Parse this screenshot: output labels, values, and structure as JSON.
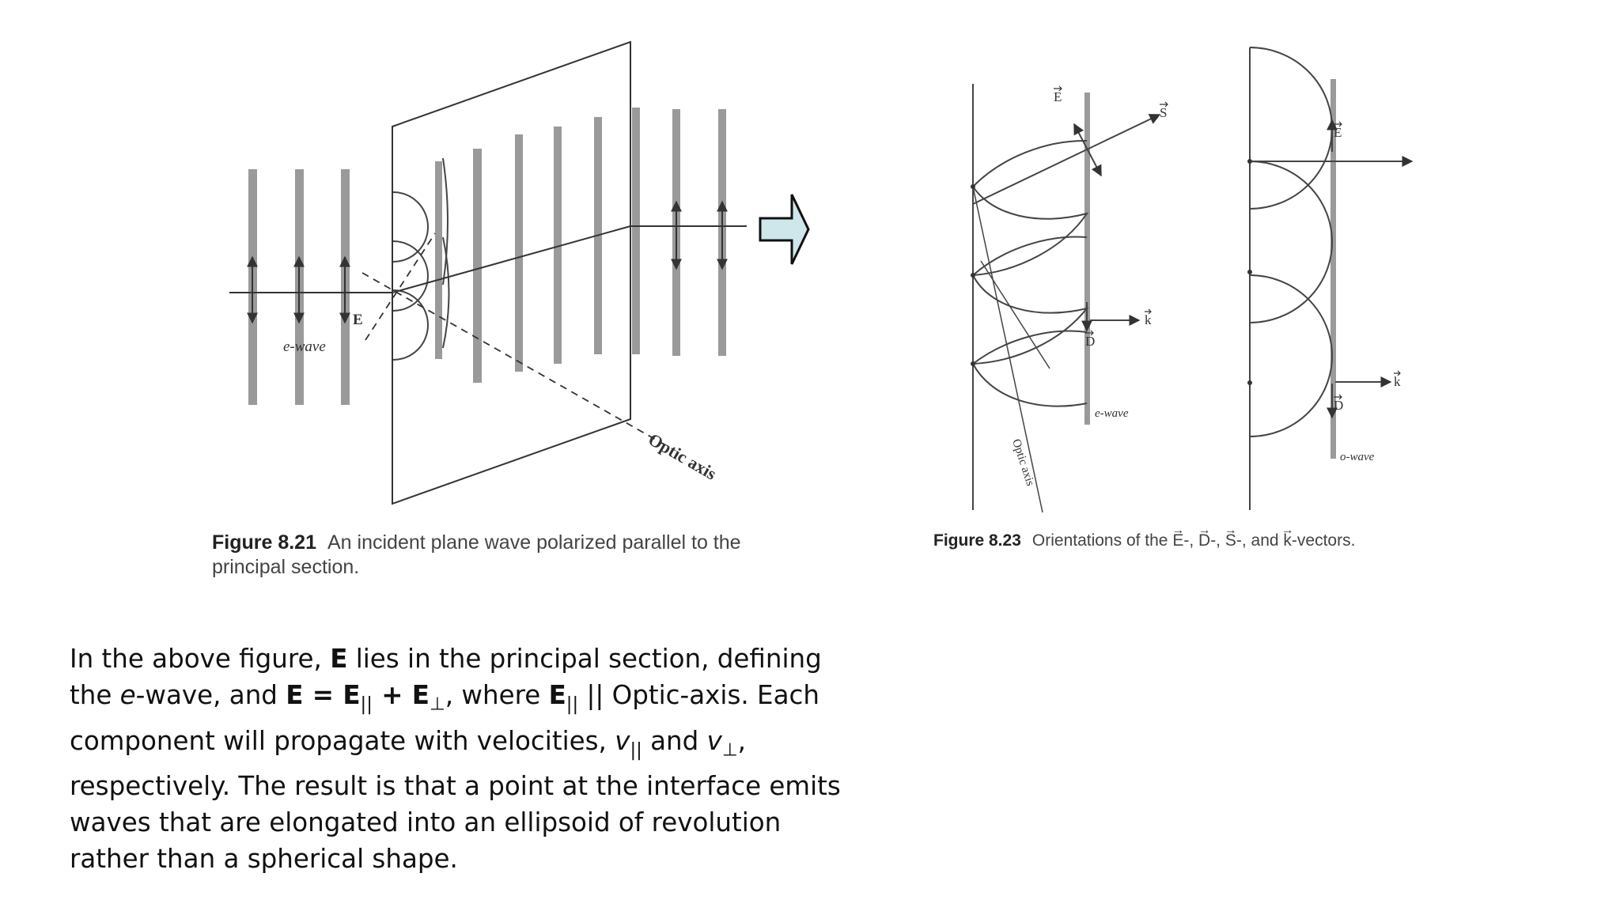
{
  "figure_left": {
    "caption_number": "Figure 8.21",
    "caption_text": "An incident plane wave polarized parallel to the principal section.",
    "labels": {
      "e_wave": "e-wave",
      "E": "E",
      "optic_axis": "Optic axis"
    }
  },
  "figure_right": {
    "caption_number": "Figure 8.23",
    "caption_parts": [
      "Orientations of the ",
      "E",
      "-, ",
      "D",
      "-, ",
      "S",
      "-, and ",
      "k",
      "-vectors."
    ],
    "labels": {
      "E": "E",
      "S": "S",
      "D": "D",
      "k": "k",
      "e_wave": "e-wave",
      "o_wave": "o-wave",
      "optic_axis": "Optic axis"
    }
  },
  "arrow_fill_color": "#cfe7ea",
  "body": {
    "lead": "In the above figure, ",
    "E1": "E",
    "t1": " lies in the principal section, defining the ",
    "e_italic": "e",
    "t2": "-wave, and ",
    "E2": "E = E",
    "sub_par1": "||",
    "plus": " + E",
    "sub_perp1": "⊥",
    "t3": ", where ",
    "E3": "E",
    "sub_par2": "||",
    "t4": " || Optic-axis. Each component will propagate with velocities, ",
    "v1": "v",
    "sub_par3": "||",
    "t5": " and ",
    "v2": "v",
    "sub_perp2": "⊥",
    "t6": ", respectively. The result is that a point at the interface emits waves that are elongated into an ellipsoid of revolution rather than a spherical shape."
  }
}
